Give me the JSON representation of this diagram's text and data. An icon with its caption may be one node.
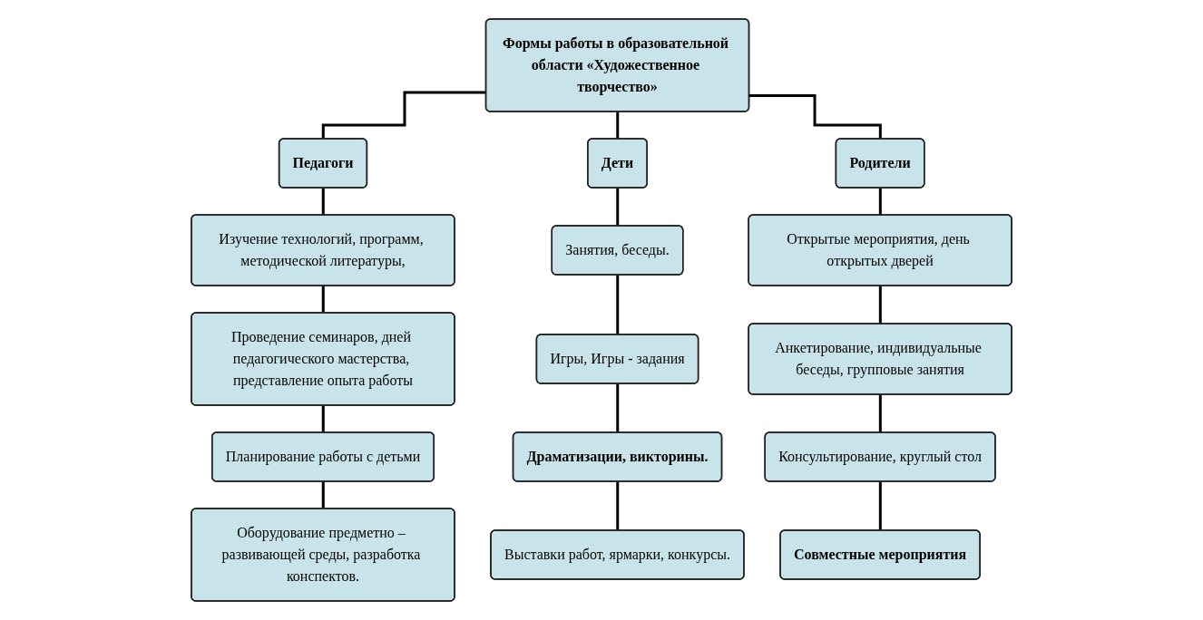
{
  "diagram": {
    "nodes": [
      {
        "text": [
          "Формы работы в образовательной области «Художественное творчество»"
        ]
      },
      {
        "text": [
          "Педагоги"
        ]
      },
      {
        "text": [
          "Дети"
        ]
      },
      {
        "text": [
          "Родители"
        ]
      },
      {
        "text": [
          "Изучение технологий, программ, методической литературы,"
        ]
      },
      {
        "text": [
          "Занятия, беседы."
        ]
      },
      {
        "text": [
          "Открытые мероприятия, день открытых дверей"
        ]
      },
      {
        "text": [
          "Проведение семинаров, дней педагогического мастерства, представление опыта работы"
        ]
      },
      {
        "text": [
          "Игры, Игры - задания"
        ]
      },
      {
        "text": [
          "Анкетирование, индивидуальные беседы, групповые занятия"
        ]
      },
      {
        "text": [
          "Планирование работы с детьми"
        ]
      },
      {
        "text": [
          "Драматизации, викторины."
        ]
      },
      {
        "text": [
          "Консультирование, круглый стол"
        ]
      },
      {
        "text": [
          "Оборудование предметно – развивающей среды, разработка конспектов."
        ]
      },
      {
        "text": [
          "Выставки работ, ярмарки, конкурсы."
        ]
      },
      {
        "text": [
          "Совместные мероприятия"
        ]
      }
    ],
    "edges": [
      {
        "from": 0,
        "to": 1,
        "arrow": "none"
      },
      {
        "from": 0,
        "to": 2,
        "arrow": "none"
      },
      {
        "from": 0,
        "to": 3,
        "arrow": "none"
      },
      {
        "from": 1,
        "to": 4,
        "arrow": "none"
      },
      {
        "from": 2,
        "to": 5,
        "arrow": "none"
      },
      {
        "from": 3,
        "to": 6,
        "arrow": "none"
      },
      {
        "from": 4,
        "to": 7,
        "arrow": "none"
      },
      {
        "from": 5,
        "to": 8,
        "arrow": "none"
      },
      {
        "from": 6,
        "to": 9,
        "arrow": "none"
      },
      {
        "from": 7,
        "to": 10,
        "arrow": "none"
      },
      {
        "from": 8,
        "to": 11,
        "arrow": "none"
      },
      {
        "from": 9,
        "to": 12,
        "arrow": "none"
      },
      {
        "from": 10,
        "to": 13,
        "arrow": "none"
      },
      {
        "from": 11,
        "to": 14,
        "arrow": "none"
      },
      {
        "from": 12,
        "to": 15,
        "arrow": "none"
      }
    ]
  }
}
